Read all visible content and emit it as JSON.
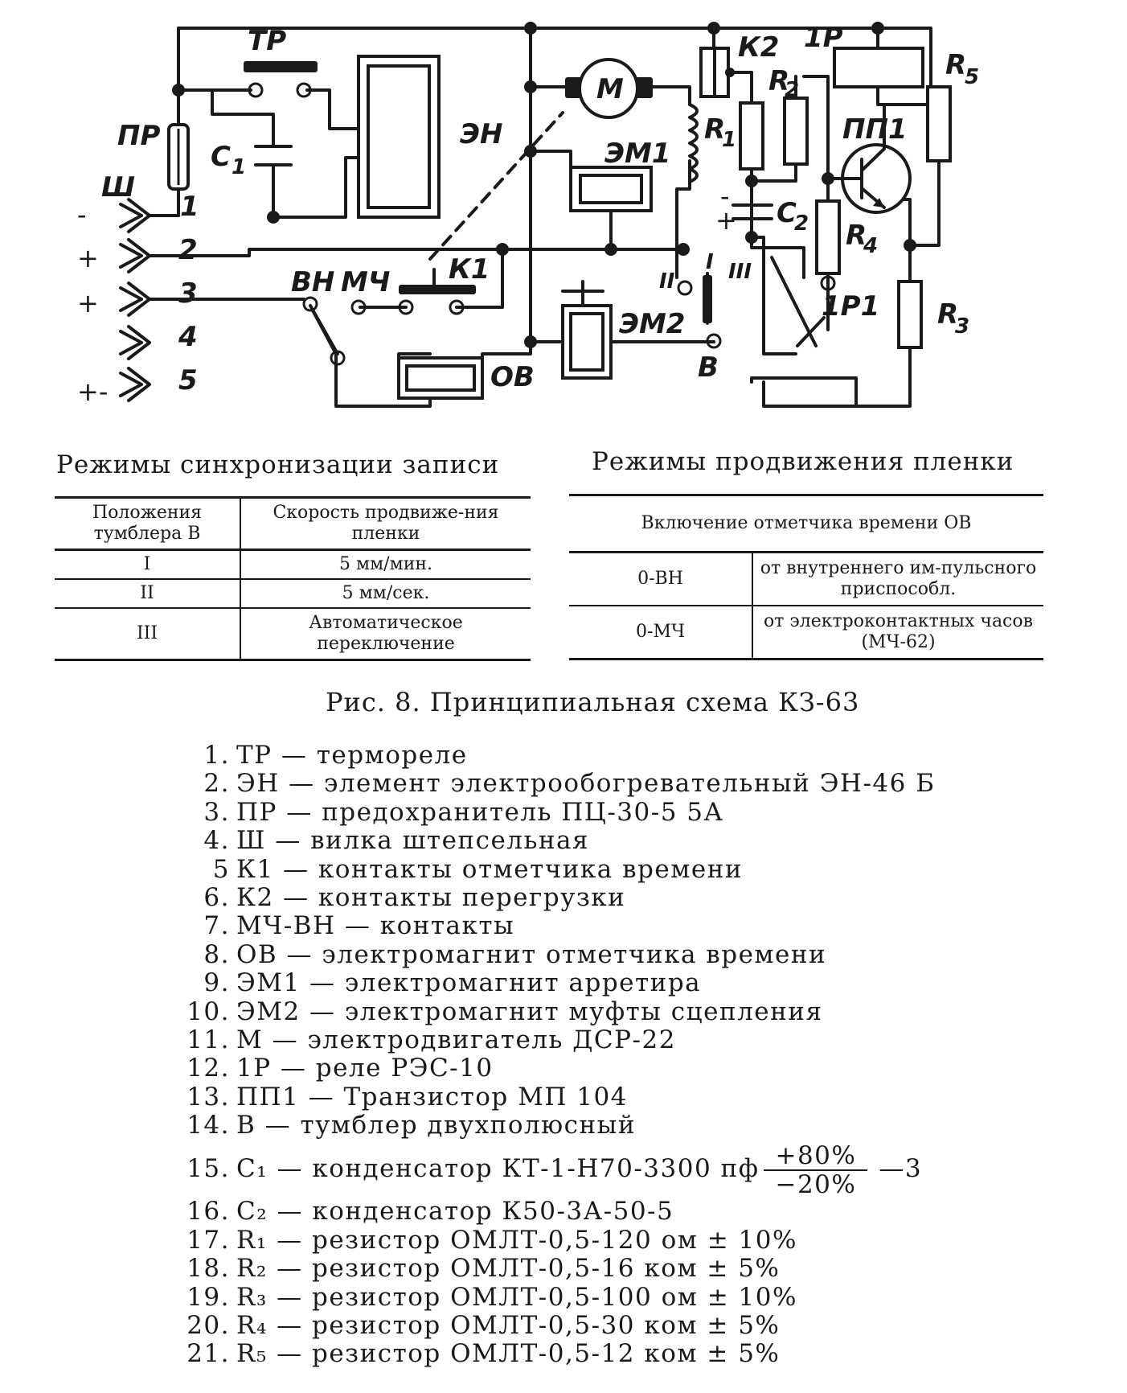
{
  "schematic": {
    "labels": {
      "tp": "ТР",
      "en": "ЭН",
      "pr": "ПР",
      "sh": "Ш",
      "c1": "C",
      "c1_sub": "1",
      "m": "М",
      "k2": "К2",
      "r2": "R",
      "r2_sub": "2",
      "r1": "R",
      "r1_sub": "1",
      "p1": "1Р",
      "r5": "R",
      "r5_sub": "5",
      "pp1": "ПП1",
      "em1": "ЭМ1",
      "c2": "C",
      "c2_sub": "2",
      "r4": "R",
      "r4_sub": "4",
      "k1": "К1",
      "vn": "ВН",
      "mch": "МЧ",
      "em2": "ЭМ2",
      "ov": "ОВ",
      "v": "В",
      "p1_contact": "1Р1",
      "r3": "R",
      "r3_sub": "3",
      "pos_i": "I",
      "pos_ii": "II",
      "pos_iii": "III"
    },
    "plug_pins": [
      "1",
      "2",
      "3",
      "4",
      "5"
    ],
    "plug_signs": [
      "-",
      "+",
      "+",
      "",
      "+-"
    ]
  },
  "sync_table": {
    "title": "Режимы синхронизации записи",
    "headers": [
      "Положения тумблера В",
      "Скорость продвиже-ния пленки"
    ],
    "rows": [
      [
        "I",
        "5 мм/мин."
      ],
      [
        "II",
        "5 мм/сек."
      ],
      [
        "III",
        "Автоматическое переключение"
      ]
    ]
  },
  "film_table": {
    "title": "Режимы продвижения пленки",
    "header": "Включение отметчика времени ОВ",
    "rows": [
      [
        "0-ВН",
        "от внутреннего им-пульсного приспособл."
      ],
      [
        "0-МЧ",
        "от электроконтактных часов (МЧ-62)"
      ]
    ]
  },
  "caption": "Рис. 8. Принципиальная схема КЗ-63",
  "legend": [
    {
      "num": "1.",
      "text": "ТР — термореле"
    },
    {
      "num": "2.",
      "text": "ЭН — элемент электрообогревательный ЭН-46 Б"
    },
    {
      "num": "3.",
      "text": "ПР — предохранитель ПЦ-30-5 5А"
    },
    {
      "num": "4.",
      "text": "Ш — вилка штепсельная"
    },
    {
      "num": "5",
      "text": "К1 — контакты отметчика времени"
    },
    {
      "num": "6.",
      "text": "К2 — контакты перегрузки"
    },
    {
      "num": "7.",
      "text": "МЧ-ВН — контакты"
    },
    {
      "num": "8.",
      "text": "ОВ — электромагнит отметчика времени"
    },
    {
      "num": "9.",
      "text": "ЭМ1 — электромагнит арретира"
    },
    {
      "num": "10.",
      "text": "ЭМ2 — электромагнит муфты сцепления"
    },
    {
      "num": "11.",
      "text": "М — электродвигатель ДСР-22"
    },
    {
      "num": "12.",
      "text": "1Р — реле РЭС-10"
    },
    {
      "num": "13.",
      "text": "ПП1 — Транзистор МП 104"
    },
    {
      "num": "14.",
      "text": "В — тумблер двухполюсный"
    },
    {
      "num": "15.",
      "text": "C₁ — конденсатор КТ-1-Н70-3300 пф",
      "frac_top": "+80%",
      "frac_bottom": "−20%",
      "suffix": "—3"
    },
    {
      "num": "16.",
      "text": "C₂ — конденсатор К50-3А-50-5"
    },
    {
      "num": "17.",
      "text": "R₁ — резистор ОМЛТ-0,5-120 ом ± 10%"
    },
    {
      "num": "18.",
      "text": "R₂ — резистор ОМЛТ-0,5-16 ком ± 5%"
    },
    {
      "num": "19.",
      "text": "R₃ — резистор ОМЛТ-0,5-100 ом ± 10%"
    },
    {
      "num": "20.",
      "text": "R₄ — резистор ОМЛТ-0,5-30 ком ± 5%"
    },
    {
      "num": "21.",
      "text": "R₅ — резистор ОМЛТ-0,5-12 ком ± 5%"
    }
  ]
}
